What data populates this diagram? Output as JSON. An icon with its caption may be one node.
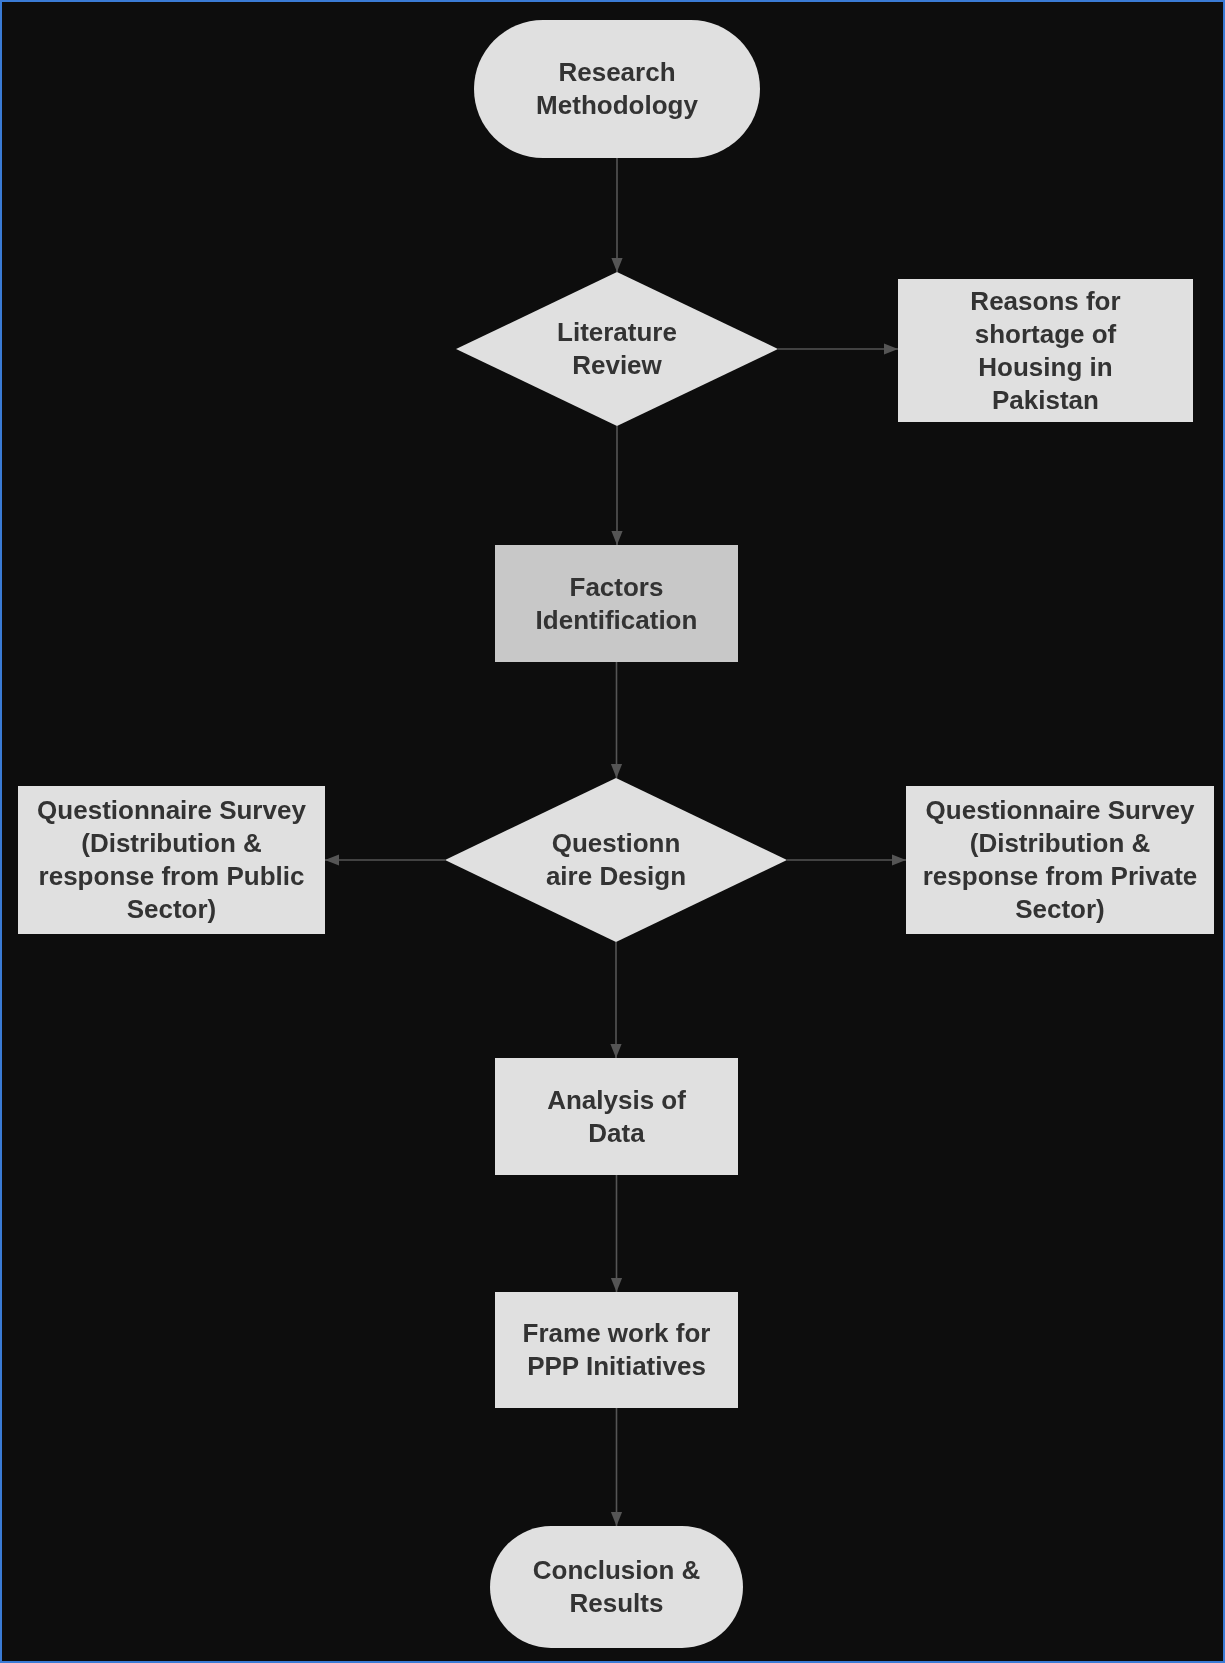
{
  "diagram": {
    "nodes": [
      {
        "text": [
          "Research Methodology"
        ]
      },
      {
        "text": [
          "Literature Review"
        ]
      },
      {
        "text": [
          "Reasons for shortage of Housing in Pakistan"
        ]
      },
      {
        "text": [
          "Factors Identification"
        ]
      },
      {
        "text": [
          "Questionn aire Design"
        ]
      },
      {
        "text": [
          "Questionnaire Survey (Distribution & response from Public Sector)"
        ]
      },
      {
        "text": [
          "Questionnaire Survey (Distribution & response from Private Sector)"
        ]
      },
      {
        "text": [
          "Analysis of Data"
        ]
      },
      {
        "text": [
          "Frame work for PPP Initiatives"
        ]
      },
      {
        "text": [
          "Conclusion & Results"
        ]
      }
    ],
    "edges": [
      {
        "from": 0,
        "to": 1,
        "arrow": "to"
      },
      {
        "from": 1,
        "to": 2,
        "arrow": "to"
      },
      {
        "from": 1,
        "to": 3,
        "arrow": "to"
      },
      {
        "from": 3,
        "to": 4,
        "arrow": "to"
      },
      {
        "from": 4,
        "to": 5,
        "arrow": "to"
      },
      {
        "from": 4,
        "to": 6,
        "arrow": "to"
      },
      {
        "from": 4,
        "to": 7,
        "arrow": "to"
      },
      {
        "from": 7,
        "to": 8,
        "arrow": "to"
      },
      {
        "from": 8,
        "to": 9,
        "arrow": "to"
      }
    ]
  }
}
